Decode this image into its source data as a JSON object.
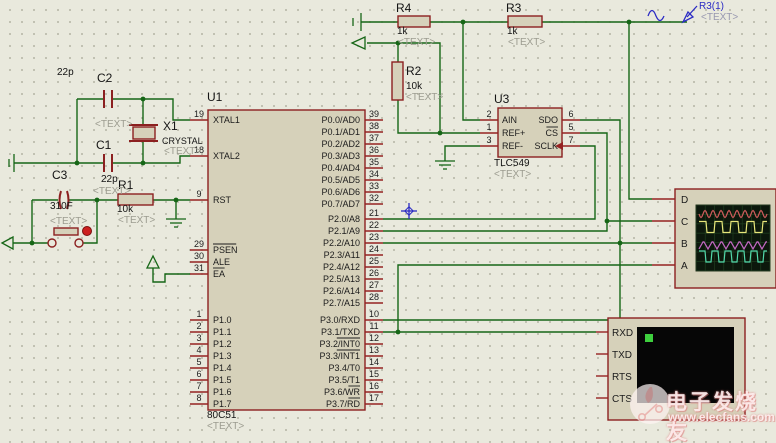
{
  "placeholder": "<TEXT>",
  "colors": {
    "background": "#e9e9dd",
    "grid_dot": "#b4b4a4",
    "wire_green": "#166616",
    "pin_red": "#962222",
    "component_fill": "#d6d1ba",
    "component_outline": "#8c2020",
    "probe_blue": "#2b2bc4",
    "button_dot_red": "#cc2020",
    "scope_screen": "#0c180c",
    "terminal_screen": "#060606",
    "terminal_cursor": "#3ecf3e"
  },
  "components": {
    "u1": {
      "ref": "U1",
      "part": "80C51",
      "left_pins": [
        {
          "num": "19",
          "label": "XTAL1"
        },
        {
          "num": "18",
          "label": "XTAL2"
        },
        {
          "num": "9",
          "label": "RST"
        },
        {
          "num": "29",
          "label": "PSEN",
          "bar": true
        },
        {
          "num": "30",
          "label": "ALE"
        },
        {
          "num": "31",
          "label": "EA",
          "bar": true
        },
        {
          "num": "1",
          "label": "P1.0"
        },
        {
          "num": "2",
          "label": "P1.1"
        },
        {
          "num": "3",
          "label": "P1.2"
        },
        {
          "num": "4",
          "label": "P1.3"
        },
        {
          "num": "5",
          "label": "P1.4"
        },
        {
          "num": "6",
          "label": "P1.5"
        },
        {
          "num": "7",
          "label": "P1.6"
        },
        {
          "num": "8",
          "label": "P1.7"
        }
      ],
      "right_pins": [
        {
          "num": "39",
          "label": "P0.0/AD0"
        },
        {
          "num": "38",
          "label": "P0.1/AD1"
        },
        {
          "num": "37",
          "label": "P0.2/AD2"
        },
        {
          "num": "36",
          "label": "P0.3/AD3"
        },
        {
          "num": "35",
          "label": "P0.4/AD4"
        },
        {
          "num": "34",
          "label": "P0.5/AD5"
        },
        {
          "num": "33",
          "label": "P0.6/AD6"
        },
        {
          "num": "32",
          "label": "P0.7/AD7"
        },
        {
          "num": "21",
          "label": "P2.0/A8"
        },
        {
          "num": "22",
          "label": "P2.1/A9"
        },
        {
          "num": "23",
          "label": "P2.2/A10"
        },
        {
          "num": "24",
          "label": "P2.3/A11"
        },
        {
          "num": "25",
          "label": "P2.4/A12"
        },
        {
          "num": "26",
          "label": "P2.5/A13"
        },
        {
          "num": "27",
          "label": "P2.6/A14"
        },
        {
          "num": "28",
          "label": "P2.7/A15"
        },
        {
          "num": "10",
          "label": "P3.0/RXD"
        },
        {
          "num": "11",
          "label": "P3.1/TXD"
        },
        {
          "num": "12",
          "label": "P3.2/INT0",
          "bar_suffix": "INT0"
        },
        {
          "num": "13",
          "label": "P3.3/INT1",
          "bar_suffix": "INT1"
        },
        {
          "num": "14",
          "label": "P3.4/T0"
        },
        {
          "num": "15",
          "label": "P3.5/T1"
        },
        {
          "num": "16",
          "label": "P3.6/WR",
          "bar_suffix": "WR"
        },
        {
          "num": "17",
          "label": "P3.7/RD",
          "bar_suffix": "RD"
        }
      ]
    },
    "u3": {
      "ref": "U3",
      "part": "TLC549",
      "left_pins": [
        {
          "num": "2",
          "label": "AIN"
        },
        {
          "num": "1",
          "label": "REF+"
        },
        {
          "num": "3",
          "label": "REF-"
        }
      ],
      "right_pins": [
        {
          "num": "6",
          "label": "SDO"
        },
        {
          "num": "5",
          "label": "CS",
          "bar": true
        },
        {
          "num": "7",
          "label": "SCLK"
        }
      ]
    },
    "r1": {
      "ref": "R1",
      "value": "10k"
    },
    "r2": {
      "ref": "R2",
      "value": "10k"
    },
    "r3": {
      "ref": "R3",
      "value": "1k"
    },
    "r4": {
      "ref": "R4",
      "value": "1k"
    },
    "c1": {
      "ref": "C1",
      "value": "22p"
    },
    "c2": {
      "ref": "C2",
      "value": "22p"
    },
    "c3": {
      "ref": "C3",
      "value": "310F"
    },
    "x1": {
      "ref": "X1",
      "value": "CRYSTAL"
    },
    "probe": {
      "label": "R3(1)"
    },
    "oscilloscope": {
      "channels": [
        "D",
        "C",
        "B",
        "A"
      ],
      "waveforms": [
        {
          "channel": "D",
          "shape": "sine",
          "color": "#cc5a5a"
        },
        {
          "channel": "C",
          "shape": "square",
          "color": "#e6e67a"
        },
        {
          "channel": "B",
          "shape": "triangle",
          "color": "#c468c4"
        },
        {
          "channel": "A",
          "shape": "square",
          "color": "#52d8aa"
        }
      ]
    },
    "terminal": {
      "pins": [
        "RXD",
        "TXD",
        "RTS",
        "CTS"
      ]
    }
  },
  "watermark": {
    "title": "电子发烧友",
    "url": "www.elecfans.com"
  }
}
